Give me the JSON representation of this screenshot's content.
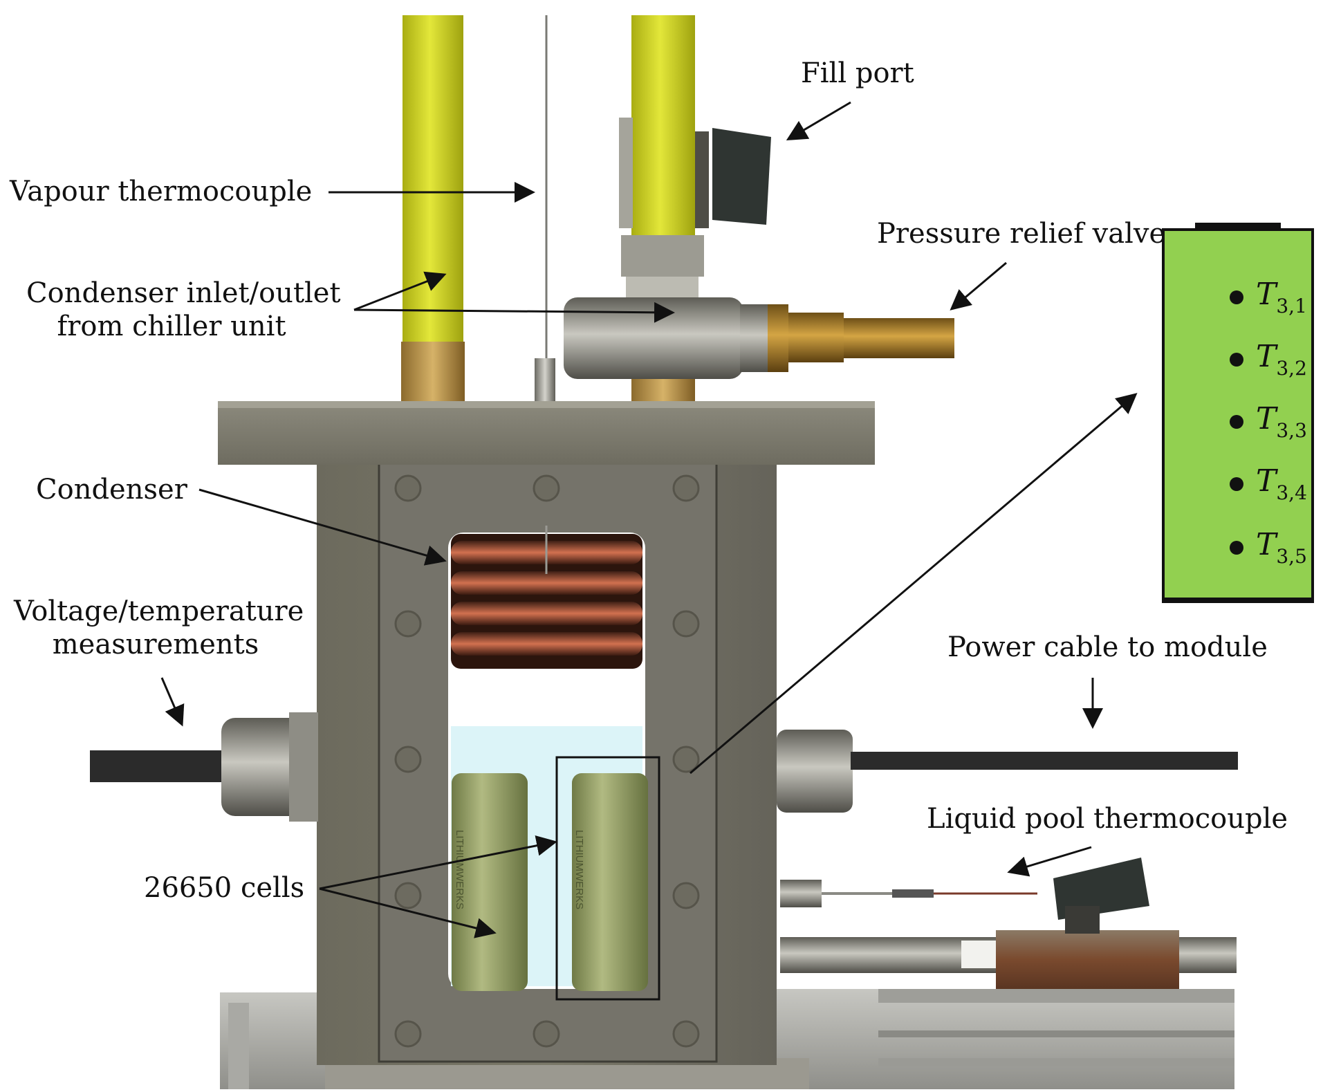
{
  "labels": {
    "fill_port": "Fill port",
    "vapour_thermocouple": "Vapour thermocouple",
    "pressure_relief_valve": "Pressure relief valve",
    "condenser_inlet_line1": "Condenser inlet/outlet",
    "condenser_inlet_line2": "from chiller unit",
    "condenser": "Condenser",
    "voltage_line1": "Voltage/temperature",
    "voltage_line2": "measurements",
    "power_cable": "Power cable to module",
    "liquid_pool": "Liquid pool thermocouple",
    "cells": "26650 cells"
  },
  "cell_text": "LITHIUMWERKS",
  "thermocouples": [
    {
      "symbol": "T",
      "sub": "3,1"
    },
    {
      "symbol": "T",
      "sub": "3,2"
    },
    {
      "symbol": "T",
      "sub": "3,3"
    },
    {
      "symbol": "T",
      "sub": "3,4"
    },
    {
      "symbol": "T",
      "sub": "3,5"
    }
  ],
  "colors": {
    "tube_yellow": "#d2d827",
    "enclosure_grey": "#7a786a",
    "copper": "#b8583a",
    "cell_green": "#9aa56e",
    "panel_green": "#92d050",
    "liquid": "#dcf4f8"
  }
}
